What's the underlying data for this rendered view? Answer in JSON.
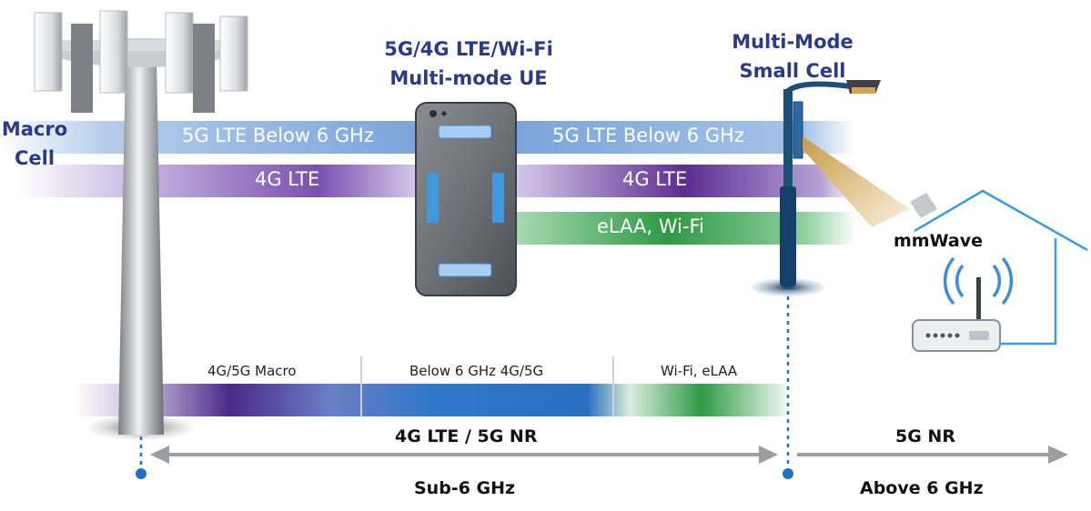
{
  "titles": {
    "macro_cell": "Macro\nCell",
    "ue": "5G/4G LTE/Wi-Fi\nMulti-mode UE",
    "small_cell": "Multi-Mode\nSmall Cell",
    "mmwave": "mmWave"
  },
  "bands": {
    "left_5g": "5G LTE Below 6 GHz",
    "right_5g": "5G LTE Below 6 GHz",
    "left_4g": "4G LTE",
    "right_4g": "4G LTE",
    "elaa": "eLAA, Wi-Fi"
  },
  "spectrum": {
    "segments": [
      "4G/5G Macro",
      "Below 6 GHz 4G/5G",
      "Wi-Fi, eLAA"
    ],
    "left_range_label": "4G LTE / 5G NR",
    "right_range_label": "5G NR",
    "left_range_caption": "Sub-6 GHz",
    "right_range_caption": "Above 6 GHz"
  },
  "colors": {
    "title_blue": "#2a3a8c",
    "band_5g": "#6e9ad6",
    "band_4g": "#5a2d91",
    "band_wifi": "#2e9a46",
    "house_outline": "#3b9bdc",
    "pole": "#1c4f7a"
  }
}
